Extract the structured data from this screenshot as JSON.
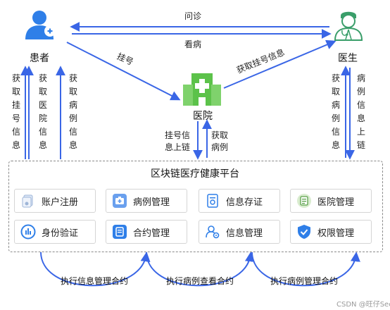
{
  "actors": {
    "patient": "患者",
    "hospital": "医院",
    "doctor": "医生"
  },
  "edges": {
    "consult": "问诊",
    "see_doctor": "看病",
    "register": "挂号",
    "fetch_register_info": "获取挂号信息",
    "patient_up_1": "获取挂号信息",
    "patient_up_2": "获取医院信息",
    "patient_up_3": "获取病例信息",
    "hospital_down_1": "挂号信\n息上链",
    "hospital_down_2": "获取\n病例",
    "doctor_up": "获取病例信息",
    "doctor_down": "病例信息上链"
  },
  "platform": {
    "title": "区块链医疗健康平台",
    "cards": [
      {
        "label": "账户注册",
        "icon": "doc-stack-icon"
      },
      {
        "label": "病例管理",
        "icon": "medical-kit-icon"
      },
      {
        "label": "信息存证",
        "icon": "certificate-icon"
      },
      {
        "label": "医院管理",
        "icon": "clipboard-icon"
      },
      {
        "label": "身份验证",
        "icon": "bar-chart-circle-icon"
      },
      {
        "label": "合约管理",
        "icon": "document-list-icon"
      },
      {
        "label": "信息管理",
        "icon": "user-settings-icon"
      },
      {
        "label": "权限管理",
        "icon": "shield-check-icon"
      }
    ]
  },
  "contracts": [
    "执行信息管理合约",
    "执行病例查看合约",
    "执行病例管理合约"
  ],
  "watermark": "CSDN @旺仔Sec",
  "colors": {
    "arrow": "#3a66e6",
    "icon_blue": "#2f7fe8",
    "hospital_green": "#5cc24a",
    "doctor_green": "#3a9e6a"
  }
}
